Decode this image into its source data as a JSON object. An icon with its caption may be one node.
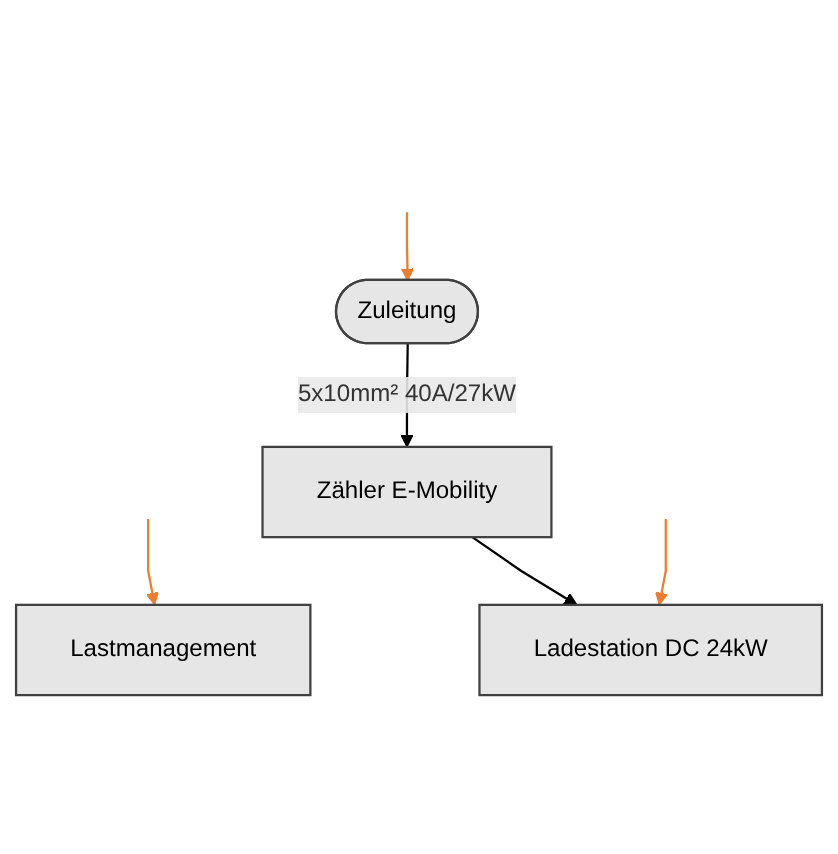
{
  "diagram": {
    "nodes": [
      {
        "text": [
          "Zuleitung"
        ]
      },
      {
        "text": [
          "Zähler E-Mobility"
        ]
      },
      {
        "text": [
          "Lastmanagement"
        ]
      },
      {
        "text": [
          "Ladestation DC 24kW"
        ]
      }
    ],
    "edges": [
      {
        "from": 0,
        "to": 1,
        "arrow": "to",
        "label": "5x10mm² 40A/27kW",
        "color": "#000000"
      },
      {
        "from": 1,
        "to": 3,
        "arrow": "to",
        "color": "#000000"
      },
      {
        "from": null,
        "to": 0,
        "arrow": "to",
        "color": "#ed7d31"
      },
      {
        "from": null,
        "to": 2,
        "arrow": "to",
        "color": "#ed7d31"
      },
      {
        "from": null,
        "to": 3,
        "arrow": "to",
        "color": "#ed7d31"
      }
    ]
  }
}
